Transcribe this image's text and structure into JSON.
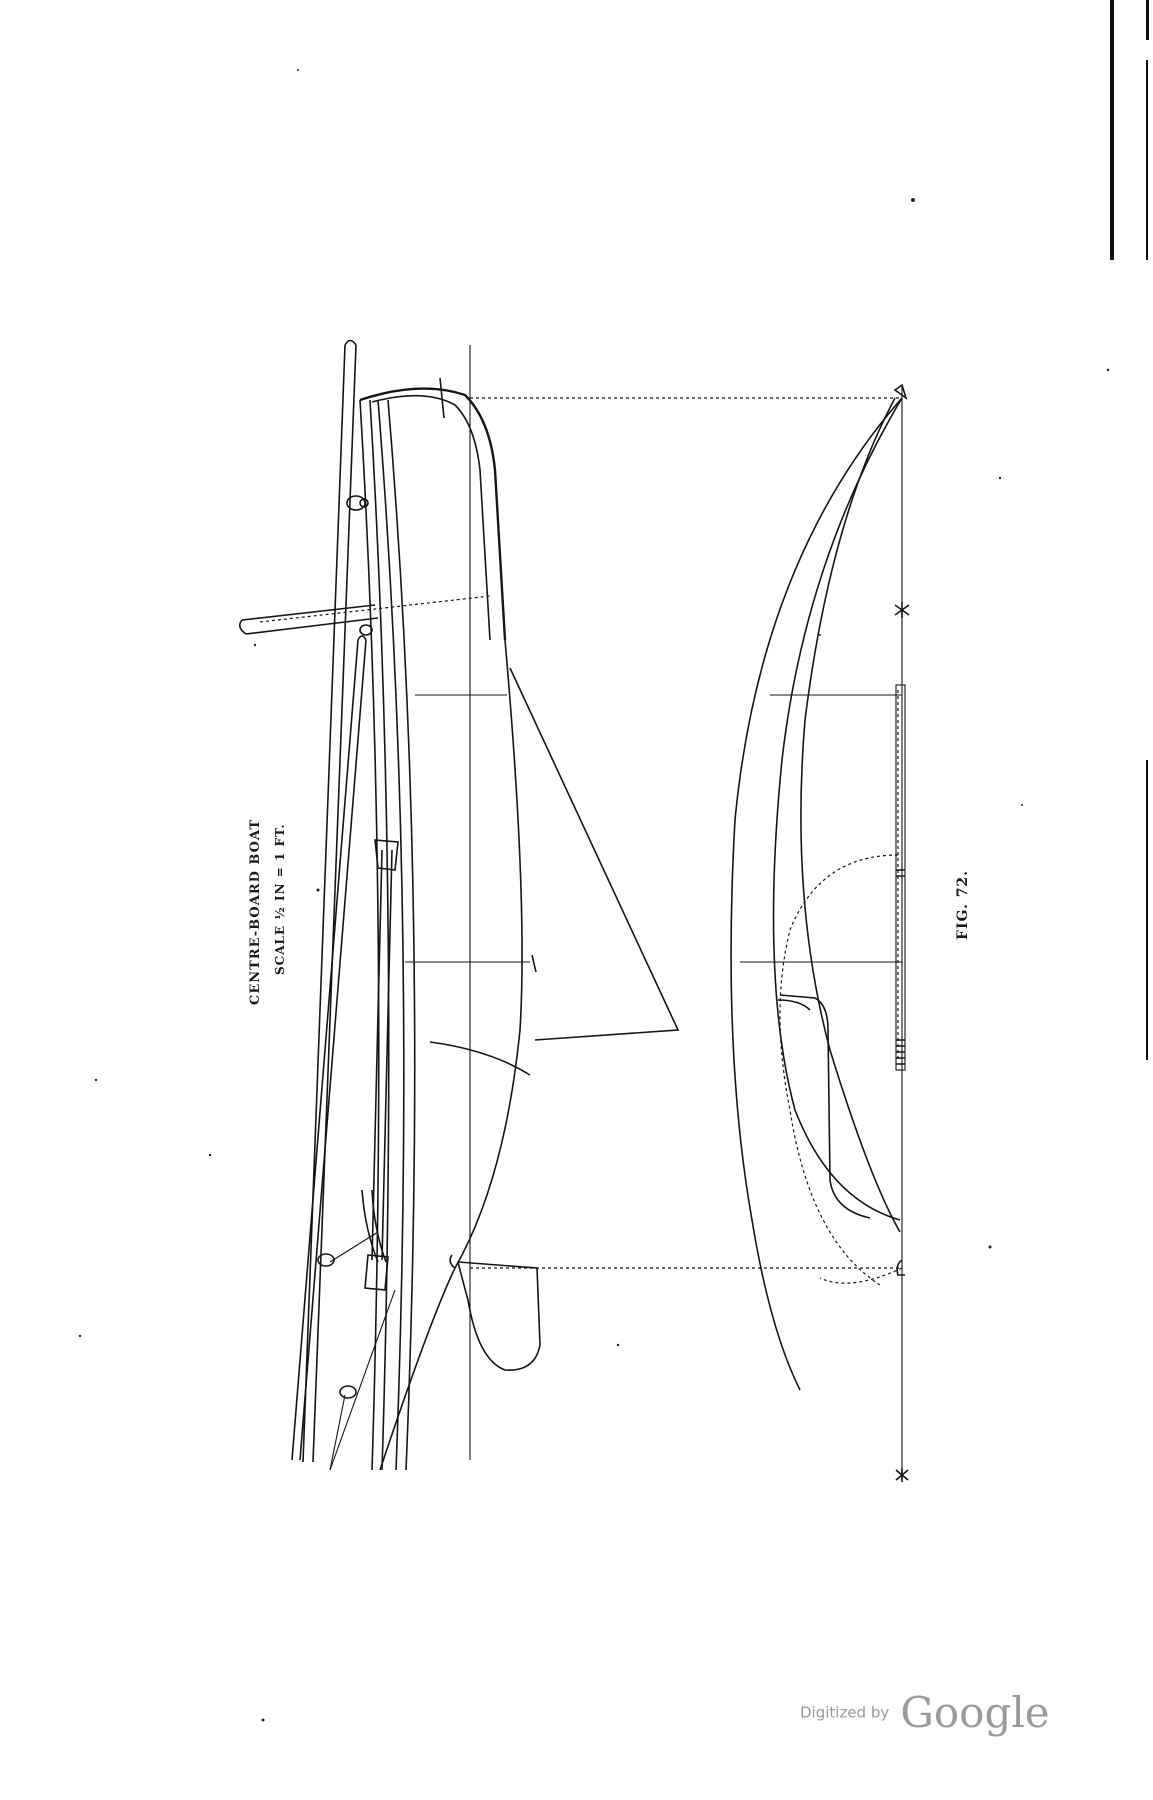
{
  "drawing": {
    "title_line1": "CENTRE-BOARD BOAT",
    "title_line2": "SCALE ½ IN = 1 FT.",
    "figure_label": "FIG. 72."
  },
  "watermark": {
    "prefix": "Digitized by",
    "brand": "Google"
  },
  "colors": {
    "ink": "#151515",
    "paper": "#ffffff",
    "watermark": "#9a9a9a"
  }
}
